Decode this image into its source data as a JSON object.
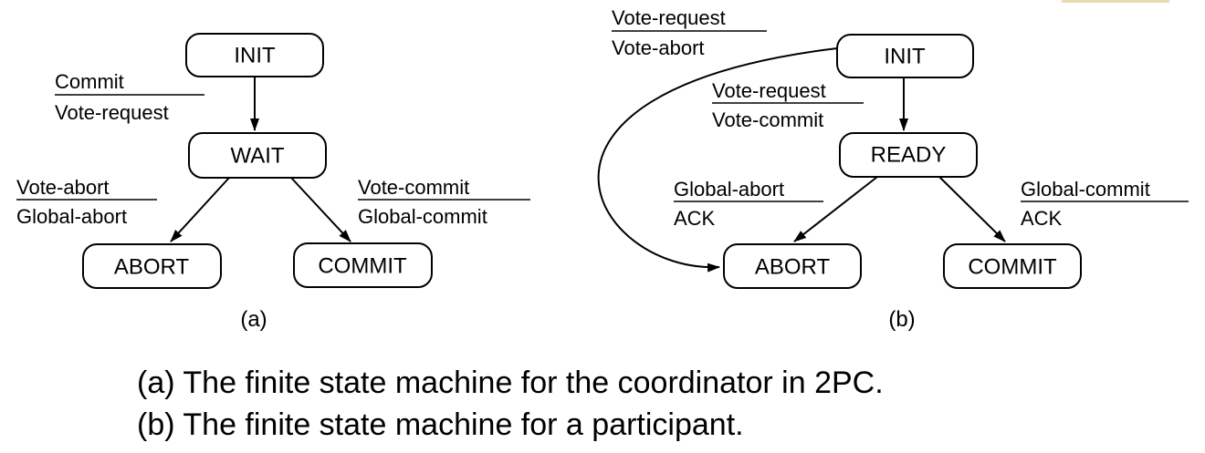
{
  "colors": {
    "ink": "#000000",
    "background": "#ffffff",
    "accent_strip": "#e9dcae"
  },
  "diagram_a": {
    "sublabel": "(a)",
    "states": {
      "init": "INIT",
      "wait": "WAIT",
      "abort": "ABORT",
      "commit": "COMMIT"
    },
    "transitions": {
      "init_to_wait": {
        "event": "Commit",
        "action": "Vote-request"
      },
      "wait_to_abort": {
        "event": "Vote-abort",
        "action": "Global-abort"
      },
      "wait_to_commit": {
        "event": "Vote-commit",
        "action": "Global-commit"
      }
    }
  },
  "diagram_b": {
    "sublabel": "(b)",
    "states": {
      "init": "INIT",
      "ready": "READY",
      "abort": "ABORT",
      "commit": "COMMIT"
    },
    "transitions": {
      "init_to_abort": {
        "event": "Vote-request",
        "action": "Vote-abort"
      },
      "init_to_ready": {
        "event": "Vote-request",
        "action": "Vote-commit"
      },
      "ready_to_abort": {
        "event": "Global-abort",
        "action": "ACK"
      },
      "ready_to_commit": {
        "event": "Global-commit",
        "action": "ACK"
      }
    }
  },
  "caption": {
    "line_a": "(a) The finite state machine for the coordinator in 2PC.",
    "line_b": "(b) The finite state machine for a participant."
  }
}
